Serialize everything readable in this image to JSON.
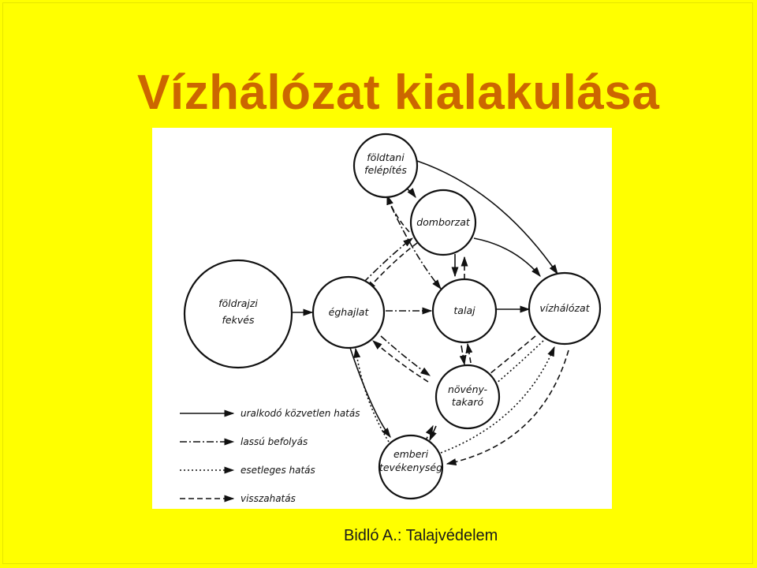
{
  "title": "Vízhálózat kialakulása",
  "footer": "Bidló A.: Talajvédelem",
  "colors": {
    "background": "#ffff00",
    "title": "#cc6600"
  },
  "nodes": {
    "foldtani": [
      "földtani",
      "felépítés"
    ],
    "domborzat": [
      "domborzat"
    ],
    "foldrajzi": [
      "földrajzi",
      "fekvés"
    ],
    "eghajlat": [
      "éghajlat"
    ],
    "talaj": [
      "talaj"
    ],
    "vizhalozat": [
      "vízhálózat"
    ],
    "novenytakaro": [
      "növény-",
      "takaró"
    ],
    "emberi": [
      "emberi",
      "tevékenység"
    ]
  },
  "legend": [
    {
      "style": "solid",
      "label": "uralkodó közvetlen hatás"
    },
    {
      "style": "dashdot",
      "label": "lassú befolyás"
    },
    {
      "style": "dotted",
      "label": "esetleges hatás"
    },
    {
      "style": "dashed",
      "label": "visszahatás"
    }
  ]
}
